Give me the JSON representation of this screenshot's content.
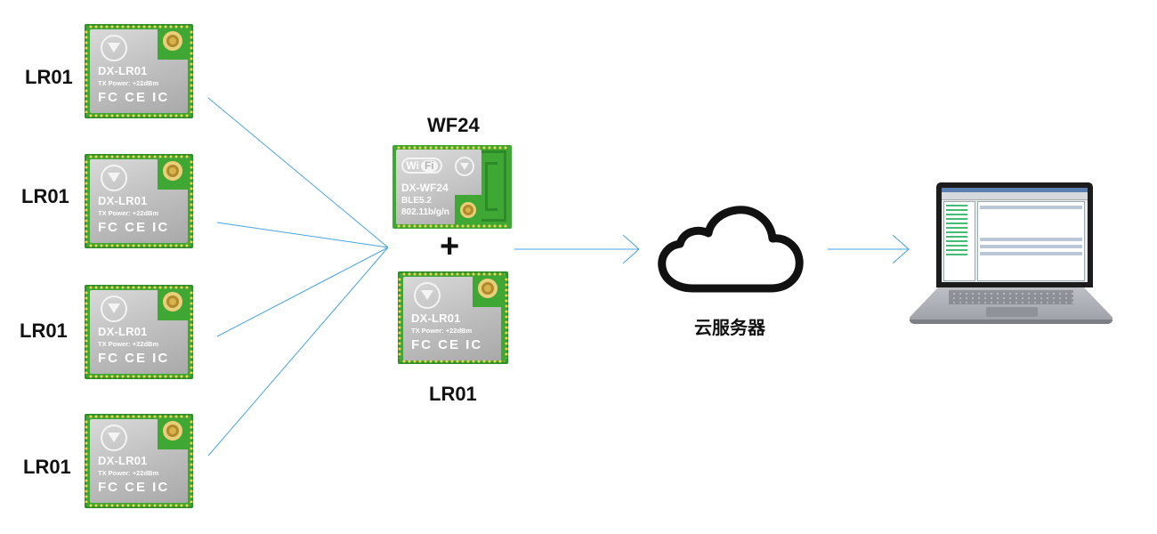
{
  "nodes": {
    "lr01_label": "LR01",
    "wf24_label": "WF24",
    "hub_lr01_label": "LR01",
    "plus": "+",
    "cloud_label": "云服务器"
  },
  "lr01_module": {
    "name": "DX-LR01",
    "power": "TX Power: +22dBm",
    "certs": "FC CE IC"
  },
  "wf24_module": {
    "badge_wi": "Wi",
    "badge_fi": "Fi",
    "name": "DX-WF24",
    "ble": "BLE5.2",
    "standard": "802.11b/g/n"
  },
  "colors": {
    "connector_line": "#4aa3df",
    "pcb_green": "#3fa835",
    "shield_grey": "#c2c2c2"
  },
  "icons": [
    "cloud-icon",
    "laptop-icon",
    "antenna-icon"
  ]
}
